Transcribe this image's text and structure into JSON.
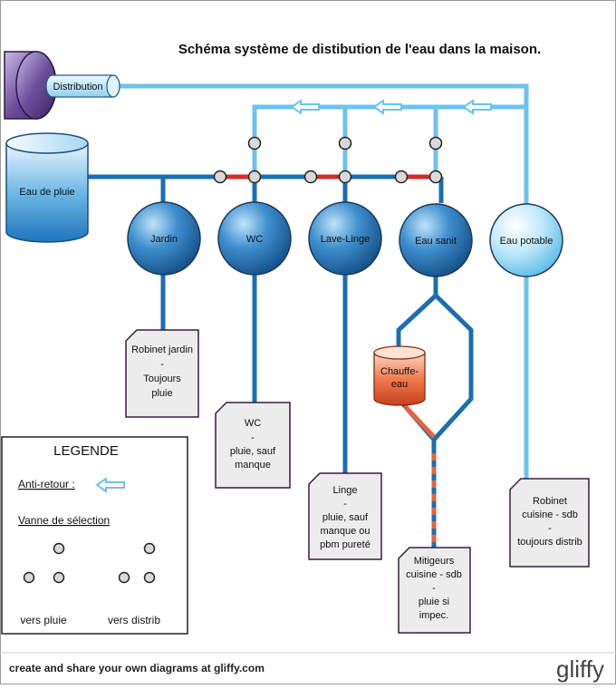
{
  "title": "Schéma système de distibution de l'eau dans la maison.",
  "sources": {
    "distribution": "Distribution",
    "rain_tank": "Eau de pluie"
  },
  "consumers": {
    "jardin": "Jardin",
    "wc": "WC",
    "lave_linge": "Lave-Linge",
    "eau_sanit": "Eau sanit",
    "eau_potable": "Eau potable"
  },
  "heater": [
    "Chauffe-",
    "eau"
  ],
  "notes": {
    "jardin": [
      "Robinet jardin",
      "-",
      "Toujours",
      "pluie"
    ],
    "wc": [
      "WC",
      "-",
      "pluie, sauf",
      "manque"
    ],
    "linge": [
      "Linge",
      "-",
      "pluie, sauf",
      "manque ou",
      "pbm pureté"
    ],
    "mitigeurs": [
      "Mitigeurs",
      "cuisine - sdb",
      "-",
      "pluie si",
      "impec."
    ],
    "robinet": [
      "Robinet",
      "cuisine - sdb",
      "-",
      "toujours distrib"
    ]
  },
  "legend": {
    "title": "LEGENDE",
    "anti_retour": "Anti-retour :",
    "vanne": "Vanne de sélection",
    "vers_pluie": "vers pluie",
    "vers_distrib": "vers distrib"
  },
  "footer": {
    "text": "create and share your own diagrams at gliffy.com",
    "logo": "gliffy"
  },
  "colors": {
    "rain_pipe": "#1a6fb0",
    "potable_pipe": "#6cc3ec",
    "valve_red": "#d42a2a",
    "heater": "#e8623a",
    "node_dark": "#1a5f9e",
    "node_light": "#8fd3f2",
    "note_border": "#3a1a40"
  }
}
